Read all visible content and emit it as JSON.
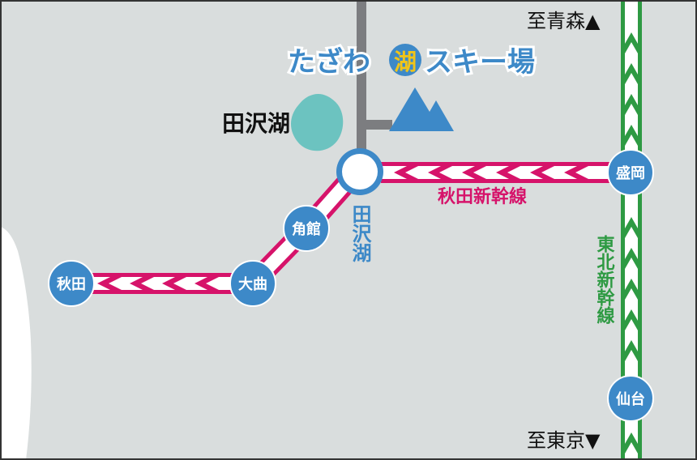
{
  "destinations": {
    "north": "至青森▲",
    "south": "至東京▼"
  },
  "resort": {
    "name_before": "たざわ",
    "name_circle_char": "湖",
    "name_after": "スキー場",
    "icon": "mountain-icon"
  },
  "lake": {
    "label": "田沢湖"
  },
  "stations": {
    "main": "田沢湖",
    "morioka": "盛岡",
    "kakunodate": "角館",
    "omagari": "大曲",
    "akita": "秋田",
    "sendai": "仙台"
  },
  "lines": {
    "akita_shinkansen": "秋田新幹線",
    "tohoku_shinkansen": "東北新幹線"
  },
  "colors": {
    "background_land": "#d9dddd",
    "sea": "#ffffff",
    "lake": "#6cc3c0",
    "akita_shinkansen": "#d6136a",
    "tohoku_shinkansen": "#2e9a43",
    "road": "#7c7d80",
    "station": "#3d89c8",
    "mountain": "#3d89c8",
    "resort_circle": "#f0c419"
  }
}
